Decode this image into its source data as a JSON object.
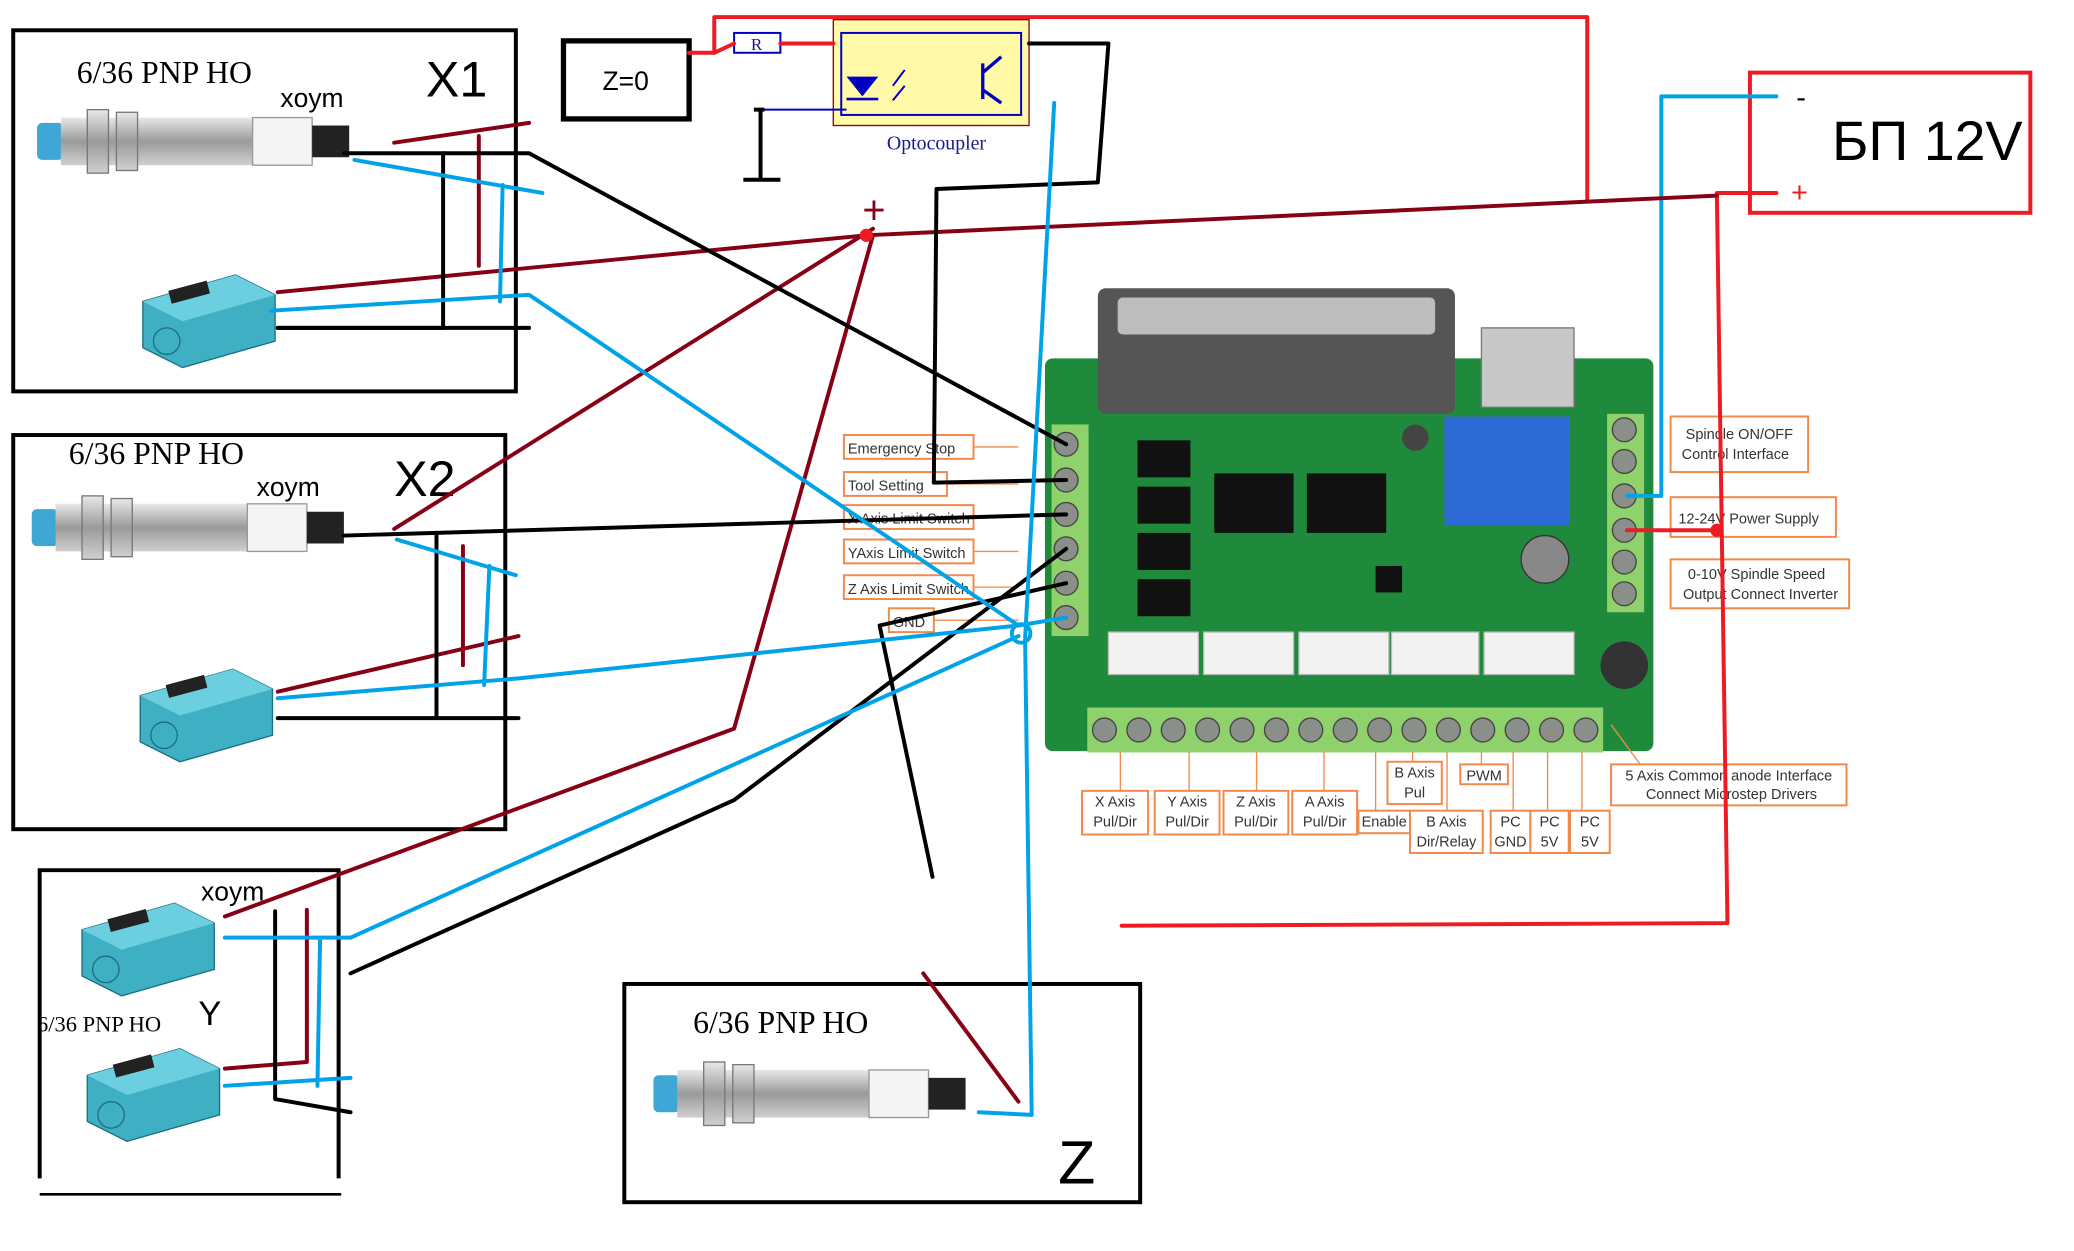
{
  "colors": {
    "red": "#ed1c24",
    "dark_red": "#880015",
    "blue": "#00a2e8",
    "black": "#000000",
    "board_green": "#1f8a3b",
    "terminal_green": "#8fd16a",
    "label_orange": "#f08a4b",
    "opto_yellow": "#fff9a8",
    "schematic_blue": "#0000c0"
  },
  "sensor_groups": [
    {
      "title": "6/36  PNP HO",
      "wire_note": "xoym",
      "axis_mark": "X1"
    },
    {
      "title": "6/36  PNP HO",
      "wire_note": "xoym",
      "axis_mark": "X2"
    },
    {
      "title": "6/36  PNP HO",
      "wire_note": "xoym",
      "axis_mark": "Y"
    },
    {
      "title": "6/36  PNP HO",
      "axis_mark": "Z"
    }
  ],
  "z_zero_box": "Z=0",
  "optocoupler": {
    "label": "Optocoupler",
    "resistor": "R"
  },
  "power_supply": {
    "label": "БП 12V",
    "minus": "-",
    "plus": "+"
  },
  "plus_mark": "+",
  "board": {
    "left_terminals": [
      "Emergency Stop",
      "Tool Setting",
      "X Axis Limit Switch",
      "YAxis Limit Switch",
      "Z Axis Limit Switch",
      "GND"
    ],
    "right_terminals": [
      {
        "line1": "Spindle ON/OFF",
        "line2": "Control Interface"
      },
      {
        "line1": "12-24V Power Supply",
        "line2": ""
      },
      {
        "line1": "0-10V Spindle Speed",
        "line2": "Output Connect Inverter"
      }
    ],
    "bottom_terminals": [
      {
        "line1": "X Axis",
        "line2": "Pul/Dir"
      },
      {
        "line1": "Y Axis",
        "line2": "Pul/Dir"
      },
      {
        "line1": "Z Axis",
        "line2": "Pul/Dir"
      },
      {
        "line1": "A Axis",
        "line2": "Pul/Dir"
      },
      {
        "line1": "Enable",
        "line2": ""
      },
      {
        "line1": "B Axis",
        "line2": "Pul"
      },
      {
        "line1": "B Axis",
        "line2": "Dir/Relay"
      },
      {
        "line1": "PWM",
        "line2": ""
      },
      {
        "line1": "PC",
        "line2": "GND"
      },
      {
        "line1": "PC",
        "line2": "5V"
      },
      {
        "line1": "PC",
        "line2": "5V"
      }
    ],
    "common_anode": {
      "line1": "5 Axis Common anode Interface",
      "line2": "Connect Microstep Drivers"
    }
  }
}
